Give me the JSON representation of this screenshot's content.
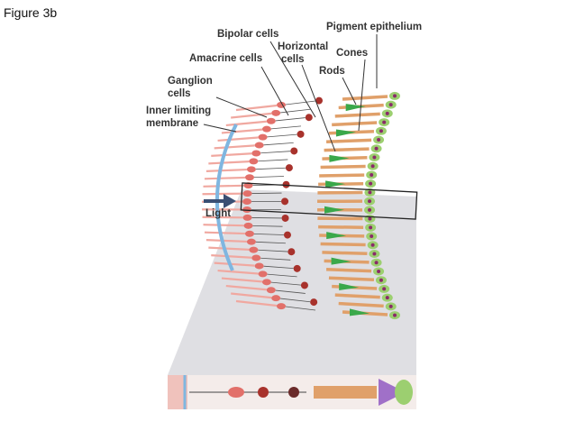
{
  "figure_label": "Figure 3b",
  "labels": {
    "pigment_epithelium": "Pigment epithelium",
    "bipolar_cells": "Bipolar cells",
    "horizontal_cells_1": "Horizontal",
    "horizontal_cells_2": "cells",
    "cones": "Cones",
    "amacrine_cells": "Amacrine cells",
    "rods": "Rods",
    "ganglion_cells_1": "Ganglion",
    "ganglion_cells_2": "cells",
    "inner_limiting_membrane_1": "Inner limiting",
    "inner_limiting_membrane_2": "membrane",
    "light": "Light"
  },
  "colors": {
    "membrane": "#7fb6e0",
    "ganglion": "#e2706a",
    "bipolar": "#a8322c",
    "rod": "#e0a06a",
    "cone_green": "#3aa84a",
    "cone_blue": "#4a7fd0",
    "cone_purple": "#a070c8",
    "epithelium": "#9ccf70",
    "arrow": "#3a4f73",
    "zoom_panel": "#d9d9de"
  }
}
